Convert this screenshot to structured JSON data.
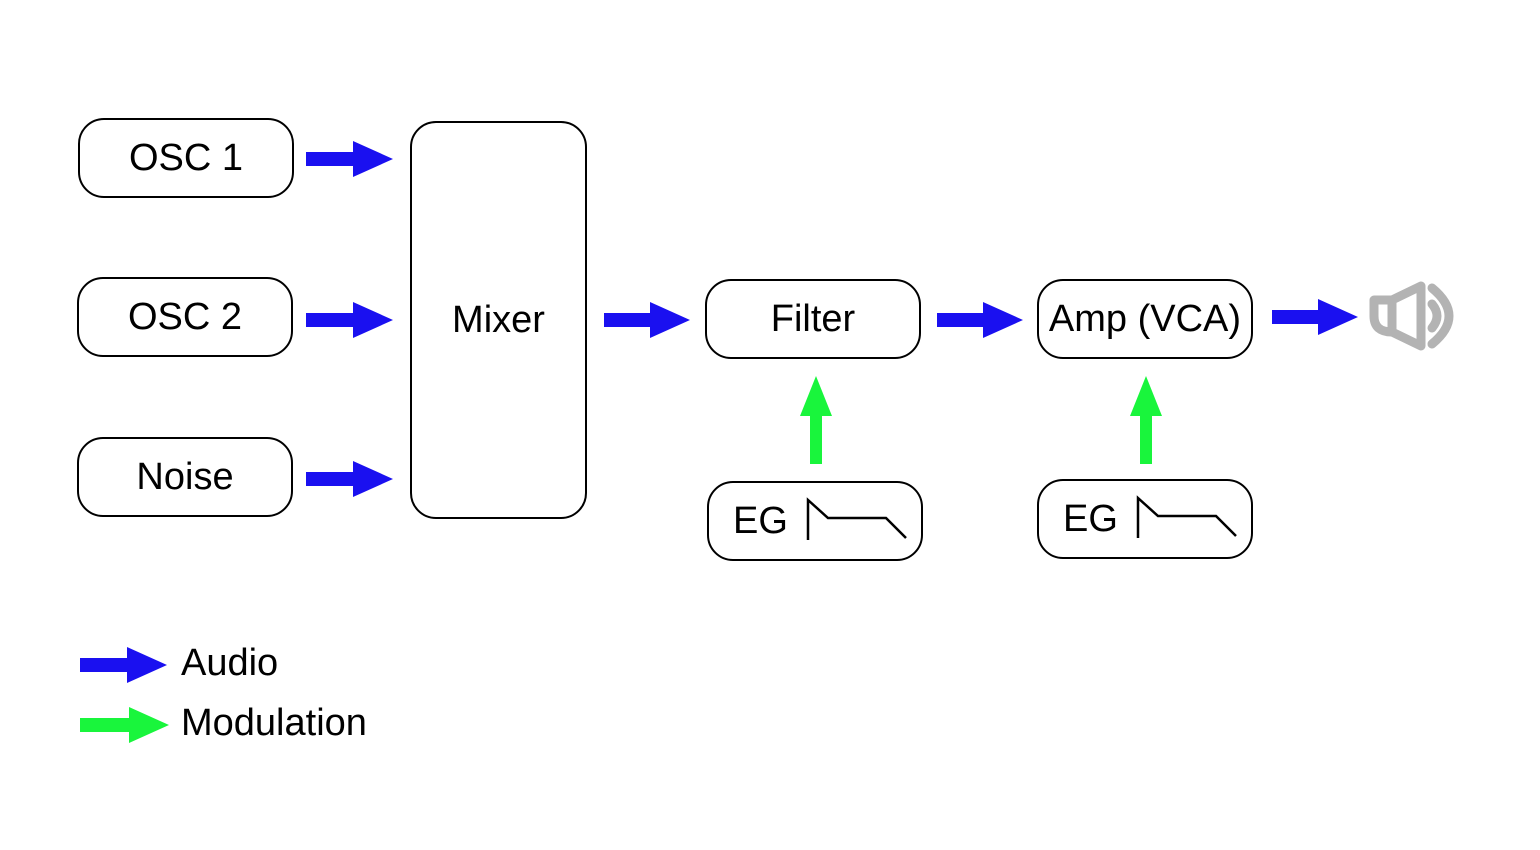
{
  "colors": {
    "audio": "#1a10f0",
    "modulation": "#19f53c",
    "speaker": "#b3b3b3",
    "stroke": "#000000"
  },
  "nodes": {
    "osc1": "OSC 1",
    "osc2": "OSC 2",
    "noise": "Noise",
    "mixer": "Mixer",
    "filter": "Filter",
    "amp": "Amp (VCA)",
    "eg_filter": "EG",
    "eg_amp": "EG"
  },
  "output": {
    "icon": "speaker-icon"
  },
  "connections": [
    {
      "from": "osc1",
      "to": "mixer",
      "type": "audio"
    },
    {
      "from": "osc2",
      "to": "mixer",
      "type": "audio"
    },
    {
      "from": "noise",
      "to": "mixer",
      "type": "audio"
    },
    {
      "from": "mixer",
      "to": "filter",
      "type": "audio"
    },
    {
      "from": "filter",
      "to": "amp",
      "type": "audio"
    },
    {
      "from": "amp",
      "to": "speaker",
      "type": "audio"
    },
    {
      "from": "eg_filter",
      "to": "filter",
      "type": "modulation"
    },
    {
      "from": "eg_amp",
      "to": "amp",
      "type": "modulation"
    }
  ],
  "legend": [
    {
      "label": "Audio",
      "type": "audio"
    },
    {
      "label": "Modulation",
      "type": "modulation"
    }
  ]
}
